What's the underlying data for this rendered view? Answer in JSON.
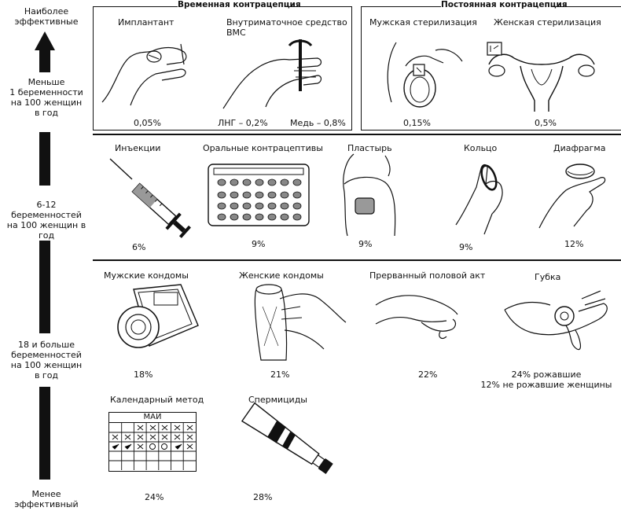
{
  "scale": {
    "most_effective": "Наиболее\nэффективные",
    "tier1": "Меньше\n1 беременности\nна 100 женщин\nв год",
    "tier2": "6-12 беременностей\nна 100 женщин в год",
    "tier3": "18 и больше\nбеременностей\nна 100 женщин\nв год",
    "least_effective": "Менее\nэффективный"
  },
  "groups": {
    "temporary": "Временная контрацепция",
    "permanent": "Постоянная контрацепция"
  },
  "methods": {
    "implant": {
      "label": "Имплантант",
      "rate": "0,05%"
    },
    "iud": {
      "label": "Внутриматочное средство\nВМС",
      "rate_lng": "ЛНГ – 0,2%",
      "rate_copper": "Медь – 0,8%"
    },
    "male_sterilization": {
      "label": "Мужская стерилизация",
      "rate": "0,15%"
    },
    "female_sterilization": {
      "label": "Женская стерилизация",
      "rate": "0,5%"
    },
    "injections": {
      "label": "Инъекции",
      "rate": "6%"
    },
    "pills": {
      "label": "Оральные контрацептивы",
      "rate": "9%"
    },
    "patch": {
      "label": "Пластырь",
      "rate": "9%"
    },
    "ring": {
      "label": "Кольцо",
      "rate": "9%"
    },
    "diaphragm": {
      "label": "Диафрагма",
      "rate": "12%"
    },
    "male_condoms": {
      "label": "Мужские кондомы",
      "rate": "18%"
    },
    "female_condoms": {
      "label": "Женские кондомы",
      "rate": "21%"
    },
    "withdrawal": {
      "label": "Прерванный половой акт",
      "rate": "22%"
    },
    "sponge": {
      "label": "Губка",
      "rate": "24% рожавшие\n12% не рожавшие женщины"
    },
    "calendar": {
      "label": "Календарный метод",
      "rate": "24%",
      "month": "МАЙ"
    },
    "spermicides": {
      "label": "Спермициды",
      "rate": "28%"
    }
  }
}
